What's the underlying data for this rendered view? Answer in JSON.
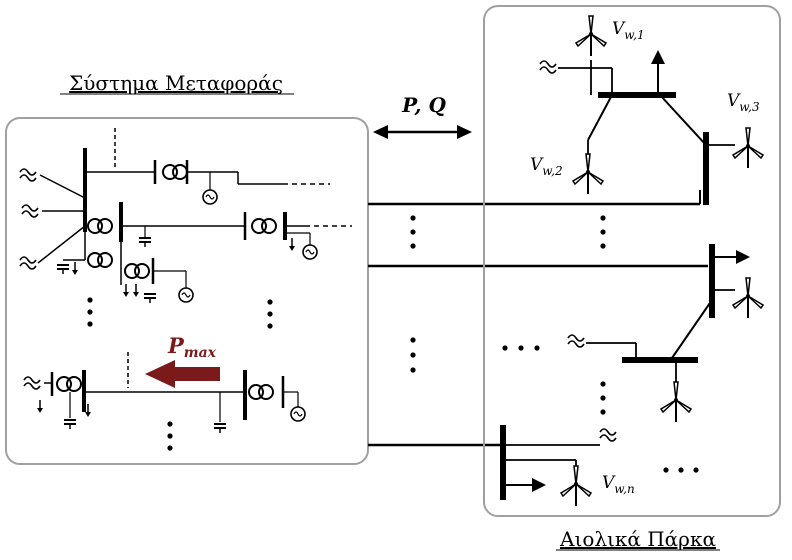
{
  "labels": {
    "transmission_system": "Σύστημα Μεταφοράς",
    "wind_parks": "Αιολικά Πάρκα",
    "pq": "P, Q",
    "pmax_main": "P",
    "pmax_sub": "max",
    "vw1_main": "V",
    "vw1_sub": "w,1",
    "vw2_main": "V",
    "vw2_sub": "w,2",
    "vw3_main": "V",
    "vw3_sub": "w,3",
    "vwn_main": "V",
    "vwn_sub": "w,n"
  },
  "colors": {
    "pmax_arrow": "#7a1a1a",
    "box_border": "#a0a0a0"
  },
  "icons": [
    "wind-turbine-icon",
    "transformer-icon",
    "generator-icon",
    "capacitor-icon",
    "load-arrow-icon",
    "grid-infeed-icon"
  ]
}
